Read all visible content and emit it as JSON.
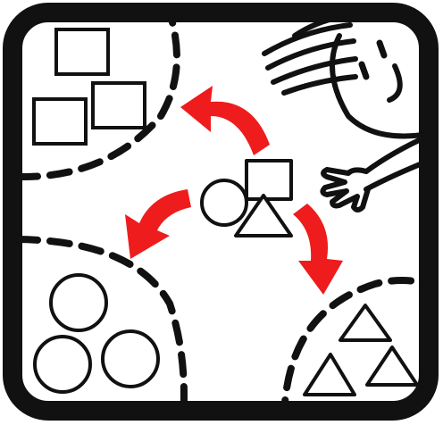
{
  "colors": {
    "background": "#ffffff",
    "stroke": "#111111",
    "arrow": "#ee1c1c"
  },
  "icon_semantics": {
    "frame": "rounded-frame",
    "sort_zone_squares": "squares-group-icon",
    "sort_zone_circles": "circles-group-icon",
    "sort_zone_triangles": "triangles-group-icon",
    "mixed_pile": "mixed-shapes-pile-icon",
    "figure": "stick-figure-hand-icon",
    "arrows": "red-curved-arrow-icon"
  },
  "groups": {
    "squares_count": 3,
    "circles_count": 3,
    "triangles_count": 3
  }
}
